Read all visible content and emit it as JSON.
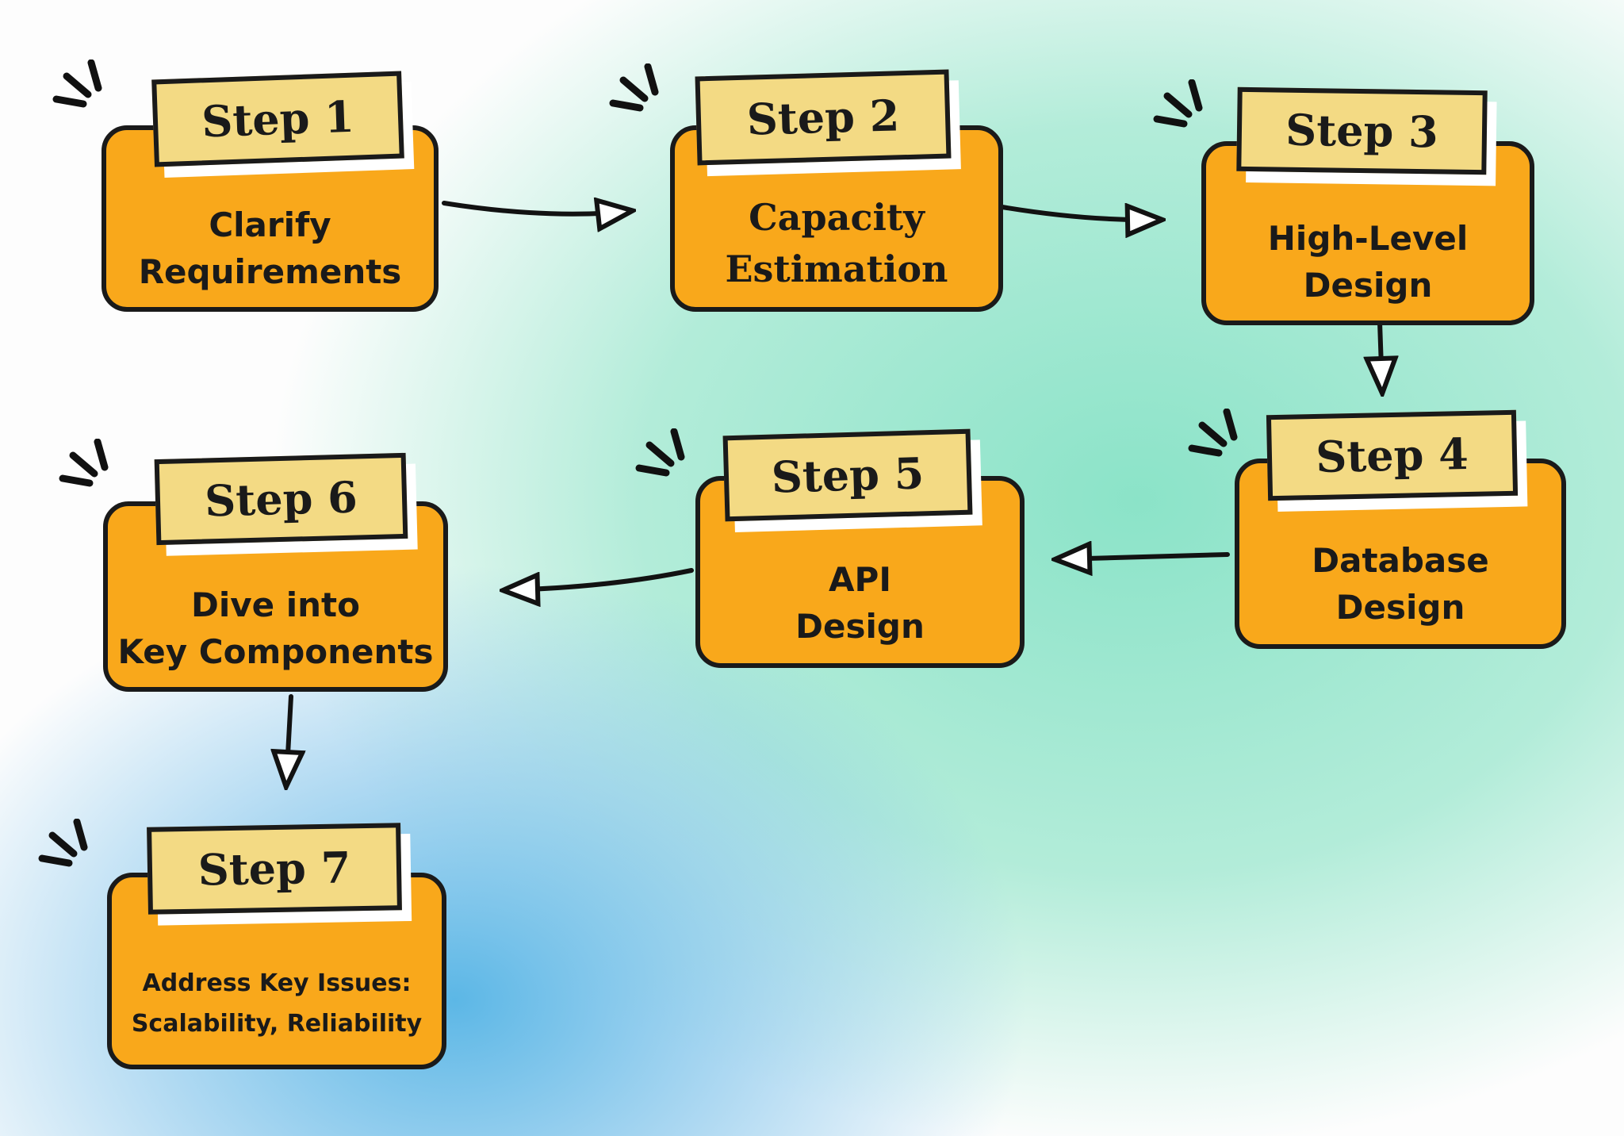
{
  "steps": [
    {
      "label": "Step 1",
      "line1": "Clarify",
      "line2": "Requirements"
    },
    {
      "label": "Step 2",
      "line1": "Capacity",
      "line2": "Estimation"
    },
    {
      "label": "Step 3",
      "line1": "High-Level",
      "line2": "Design"
    },
    {
      "label": "Step 4",
      "line1": "Database",
      "line2": "Design"
    },
    {
      "label": "Step 5",
      "line1": "API",
      "line2": "Design"
    },
    {
      "label": "Step 6",
      "line1": "Dive into",
      "line2": "Key Components"
    },
    {
      "label": "Step 7",
      "line1": "Address Key Issues:",
      "line2": "Scalability, Reliability"
    }
  ],
  "arrows": [
    {
      "from": "Step 1",
      "to": "Step 2",
      "direction": "right"
    },
    {
      "from": "Step 2",
      "to": "Step 3",
      "direction": "right"
    },
    {
      "from": "Step 3",
      "to": "Step 4",
      "direction": "down"
    },
    {
      "from": "Step 4",
      "to": "Step 5",
      "direction": "left"
    },
    {
      "from": "Step 5",
      "to": "Step 6",
      "direction": "left"
    },
    {
      "from": "Step 6",
      "to": "Step 7",
      "direction": "down"
    }
  ],
  "icons": {
    "sparkle": "hand-drawn emphasis burst of three strokes at each card's top-left"
  },
  "colors": {
    "card": "#F9A81B",
    "tab": "#F3DA84",
    "ink": "#1A1A1A",
    "shadow_white": "#FFFFFF",
    "bg_teal": "#8BE3C8",
    "bg_blue": "#5CB7E6"
  }
}
